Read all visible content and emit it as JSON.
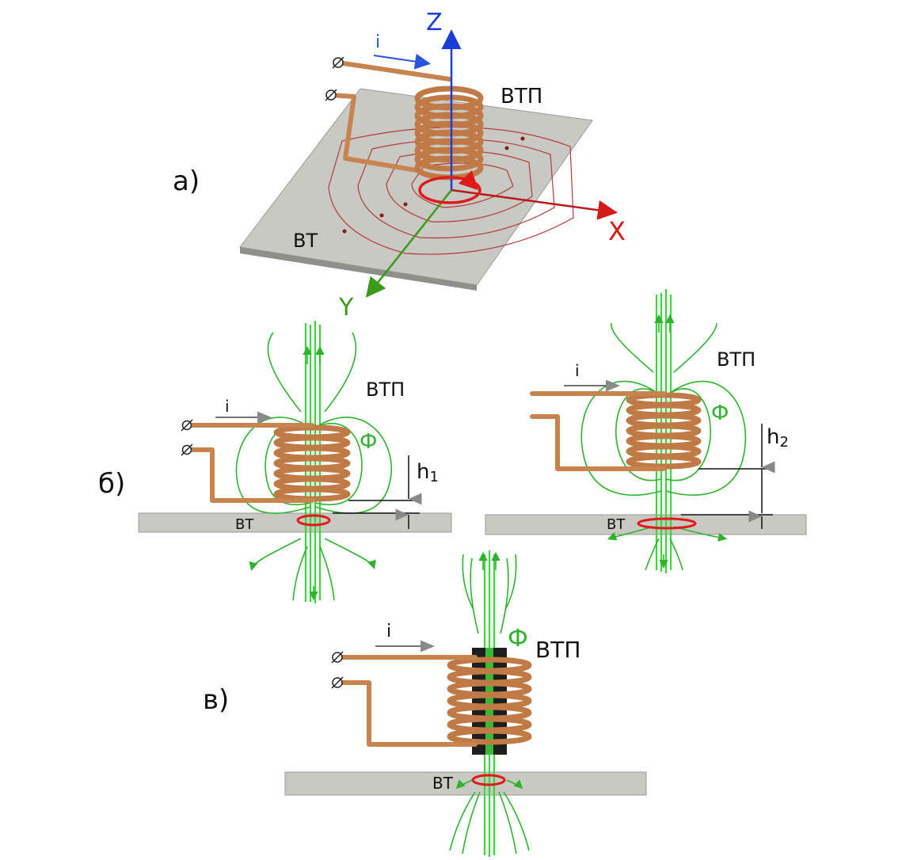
{
  "panels": [
    {
      "id": "a",
      "label": "а)",
      "current_label": "i",
      "field_label": "ВТП",
      "target_label": "ВТ",
      "axes": {
        "z": "Z",
        "x": "X",
        "y": "Y"
      }
    },
    {
      "id": "b",
      "label": "б)",
      "left": {
        "current_label": "i",
        "field_label": "ВТП",
        "flux_label": "Ф",
        "gap_label": "h",
        "gap_sub": "1",
        "target_label": "ВТ"
      },
      "right": {
        "current_label": "i",
        "field_label": "ВТП",
        "flux_label": "Ф",
        "gap_label": "h",
        "gap_sub": "2",
        "target_label": "ВТ"
      }
    },
    {
      "id": "c",
      "label": "в)",
      "current_label": "i",
      "field_label": "ВТП",
      "flux_label": "Ф",
      "target_label": "ВТ"
    }
  ],
  "colors": {
    "z_axis": "#1a3fd6",
    "x_axis": "#d61a1a",
    "y_axis": "#3a9a1a",
    "current_arrow_a": "#2a55e0",
    "flux": "#2fb32f",
    "eddy": "#e01a1a",
    "copper": "#c8844f",
    "plate": "#c9c9c4",
    "core": "#1e1e1e"
  },
  "icons": [
    "terminal-icon",
    "current-arrow-icon"
  ]
}
